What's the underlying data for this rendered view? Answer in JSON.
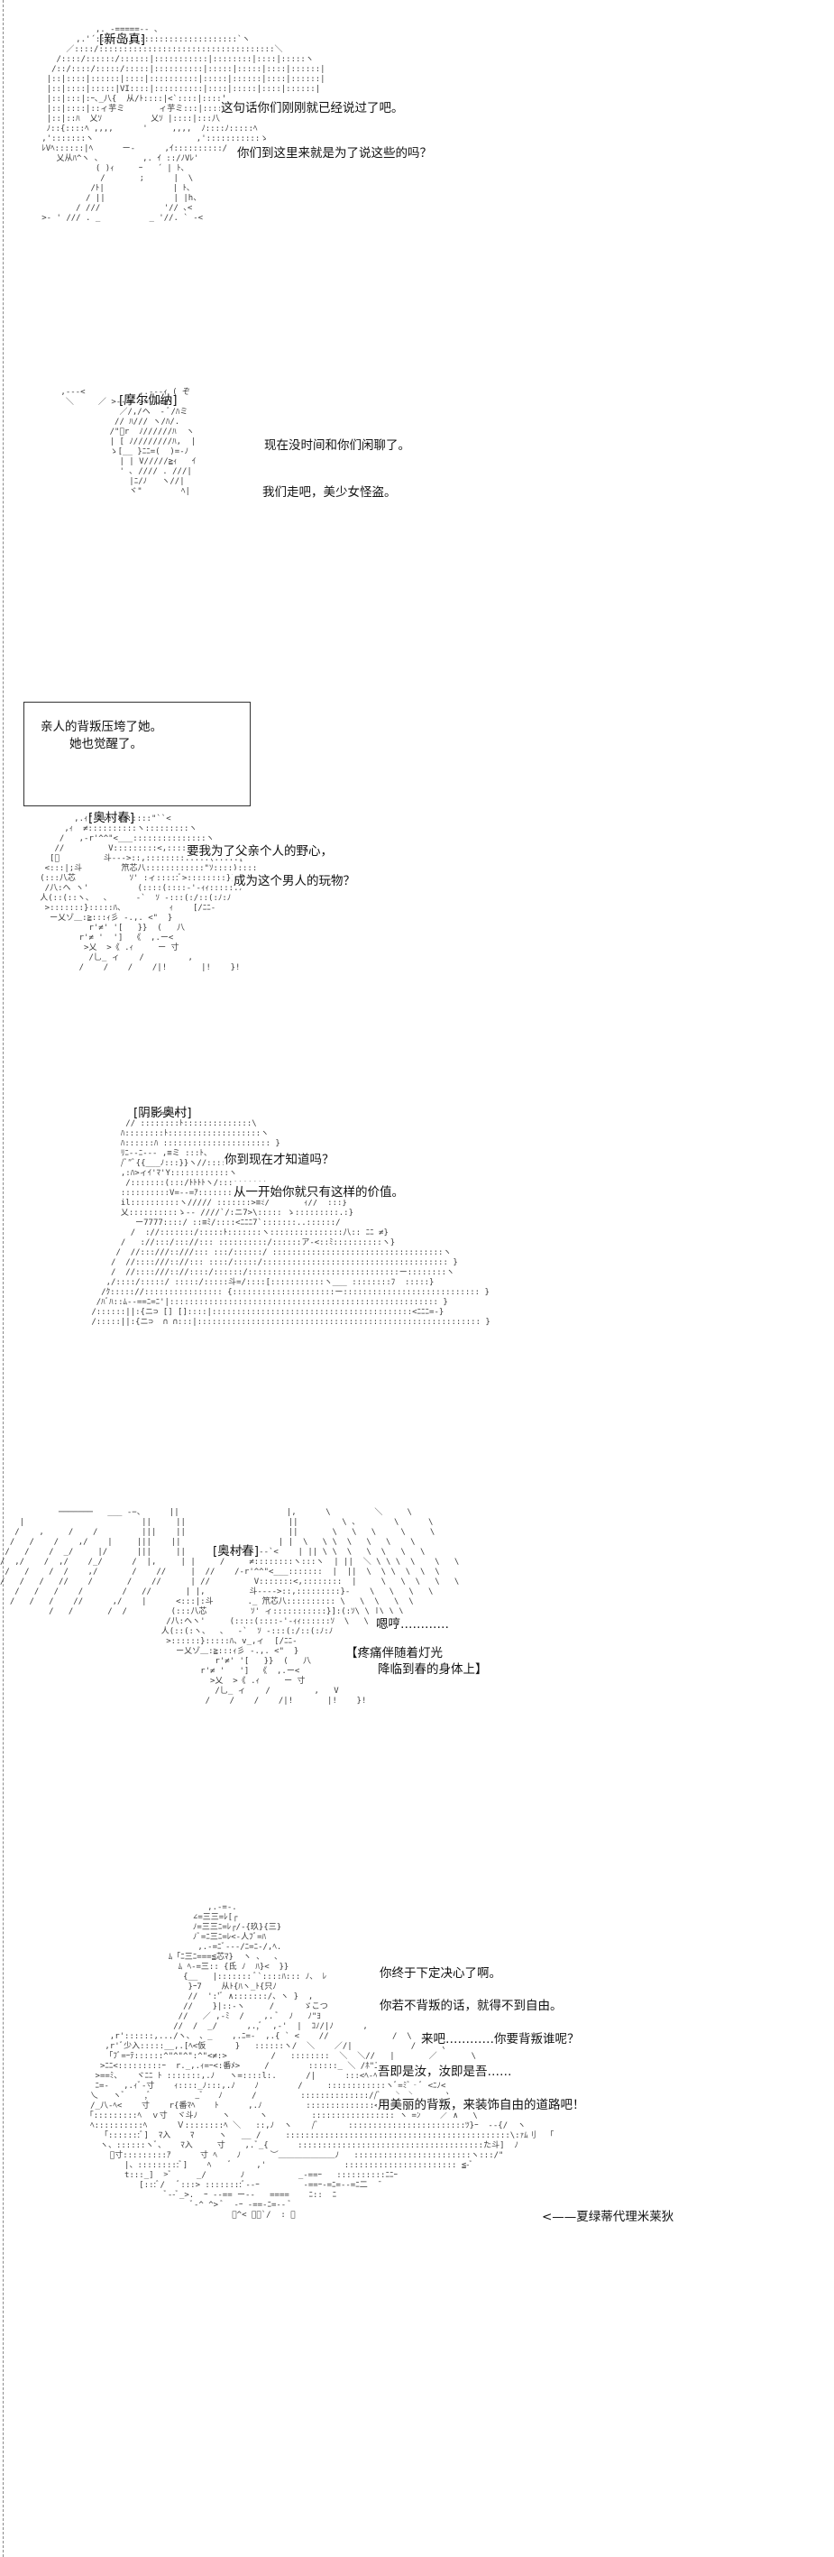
{
  "panels": [
    {
      "speaker": "[新岛真]",
      "lines": [
        "这句话你们刚刚就已经说过了吧。",
        "你们到这里来就是为了说这些的吗？"
      ]
    },
    {
      "speaker": "[摩尔伽纳]",
      "lines": [
        "现在没时间和你们闲聊了。",
        "我们走吧，美少女怪盗。"
      ]
    },
    {
      "narration": [
        "亲人的背叛压垮了她。",
        "她也觉醒了。"
      ]
    },
    {
      "speaker": "[奥村春]",
      "lines": [
        "要我为了父亲个人的野心，",
        "成为这个男人的玩物？"
      ]
    },
    {
      "speaker": "[阴影奥村]",
      "lines": [
        "你到现在才知道吗？",
        "从一开始你就只有这样的价值。"
      ]
    },
    {
      "speaker": "[奥村春]",
      "lines": [
        "嗯哼…………",
        "【疼痛伴随着灯光",
        "降临到春的身体上】"
      ]
    },
    {
      "lines": [
        "你终于下定决心了啊。",
        "你若不背叛的话，就得不到自由。",
        "来吧…………你要背叛谁呢？",
        "吾即是汝，汝即是吾……",
        "用美丽的背叛，来装饰自由的道路吧！",
        "<——夏绿蒂代理米莱狄"
      ]
    }
  ]
}
